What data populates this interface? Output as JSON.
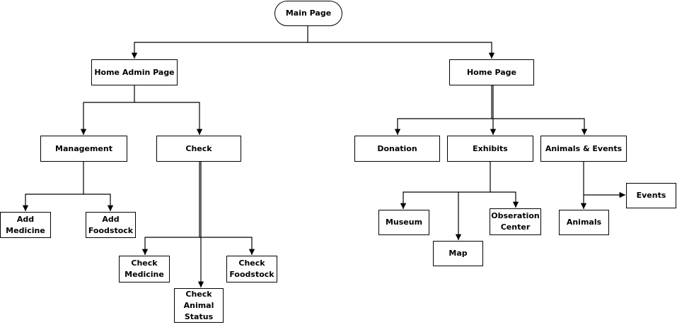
{
  "diagram": {
    "nodes": {
      "main_page": [
        "Main Page"
      ],
      "home_admin_page": [
        "Home Admin Page"
      ],
      "home_page": [
        "Home Page"
      ],
      "management": [
        "Management"
      ],
      "check": [
        "Check"
      ],
      "donation": [
        "Donation"
      ],
      "exhibits": [
        "Exhibits"
      ],
      "animals_events": [
        "Animals & Events"
      ],
      "add_medicine": [
        "Add",
        "Medicine"
      ],
      "add_foodstock": [
        "Add",
        "Foodstock"
      ],
      "check_medicine": [
        "Check",
        "Medicine"
      ],
      "check_foodstock": [
        "Check",
        "Foodstock"
      ],
      "check_animal_status": [
        "Check",
        "Animal",
        "Status"
      ],
      "museum": [
        "Museum"
      ],
      "map": [
        "Map"
      ],
      "observation_center": [
        "Obseration",
        "Center"
      ],
      "animals": [
        "Animals"
      ],
      "events": [
        "Events"
      ]
    },
    "edges": [
      [
        "main_page",
        "home_admin_page"
      ],
      [
        "main_page",
        "home_page"
      ],
      [
        "home_admin_page",
        "management"
      ],
      [
        "home_admin_page",
        "check"
      ],
      [
        "management",
        "add_medicine"
      ],
      [
        "management",
        "add_foodstock"
      ],
      [
        "check",
        "check_medicine"
      ],
      [
        "check",
        "check_foodstock"
      ],
      [
        "check",
        "check_animal_status"
      ],
      [
        "home_page",
        "donation"
      ],
      [
        "home_page",
        "exhibits"
      ],
      [
        "home_page",
        "animals_events"
      ],
      [
        "exhibits",
        "museum"
      ],
      [
        "exhibits",
        "map"
      ],
      [
        "exhibits",
        "observation_center"
      ],
      [
        "animals_events",
        "events"
      ],
      [
        "animals_events",
        "animals"
      ]
    ]
  }
}
